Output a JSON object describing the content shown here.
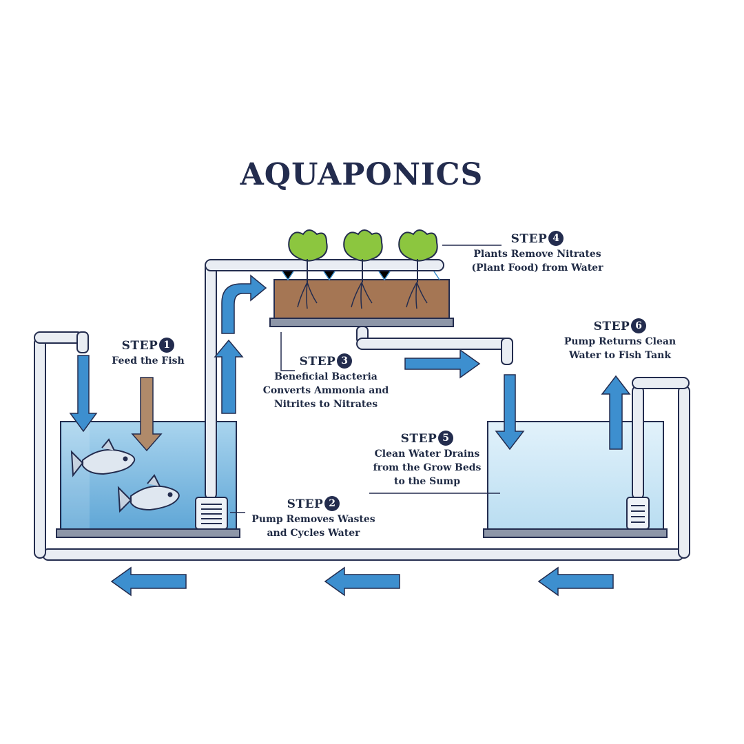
{
  "title": "AQUAPONICS",
  "steps": [
    {
      "label": "STEP",
      "number": "1",
      "lines": [
        "Feed the Fish"
      ]
    },
    {
      "label": "STEP",
      "number": "2",
      "lines": [
        "Pump Removes Wastes",
        "and Cycles Water"
      ]
    },
    {
      "label": "STEP",
      "number": "3",
      "lines": [
        "Beneficial Bacteria",
        "Converts Ammonia and",
        "Nitrites to Nitrates"
      ]
    },
    {
      "label": "STEP",
      "number": "4",
      "lines": [
        "Plants Remove Nitrates",
        "(Plant Food) from Water"
      ]
    },
    {
      "label": "STEP",
      "number": "5",
      "lines": [
        "Clean Water Drains",
        "from the Grow Beds",
        "to the Sump"
      ]
    },
    {
      "label": "STEP",
      "number": "6",
      "lines": [
        "Pump Returns Clean",
        "Water to Fish Tank"
      ]
    }
  ],
  "colors": {
    "outline": "#232c4e",
    "pipe": "#e9edf3",
    "water": "#8ec3e3",
    "water_light": "#cfe8f6",
    "arrow_blue": "#3d8fcf",
    "arrow_food": "#b08a6a",
    "soil": "#a57654",
    "leaf": "#8cc63f"
  }
}
